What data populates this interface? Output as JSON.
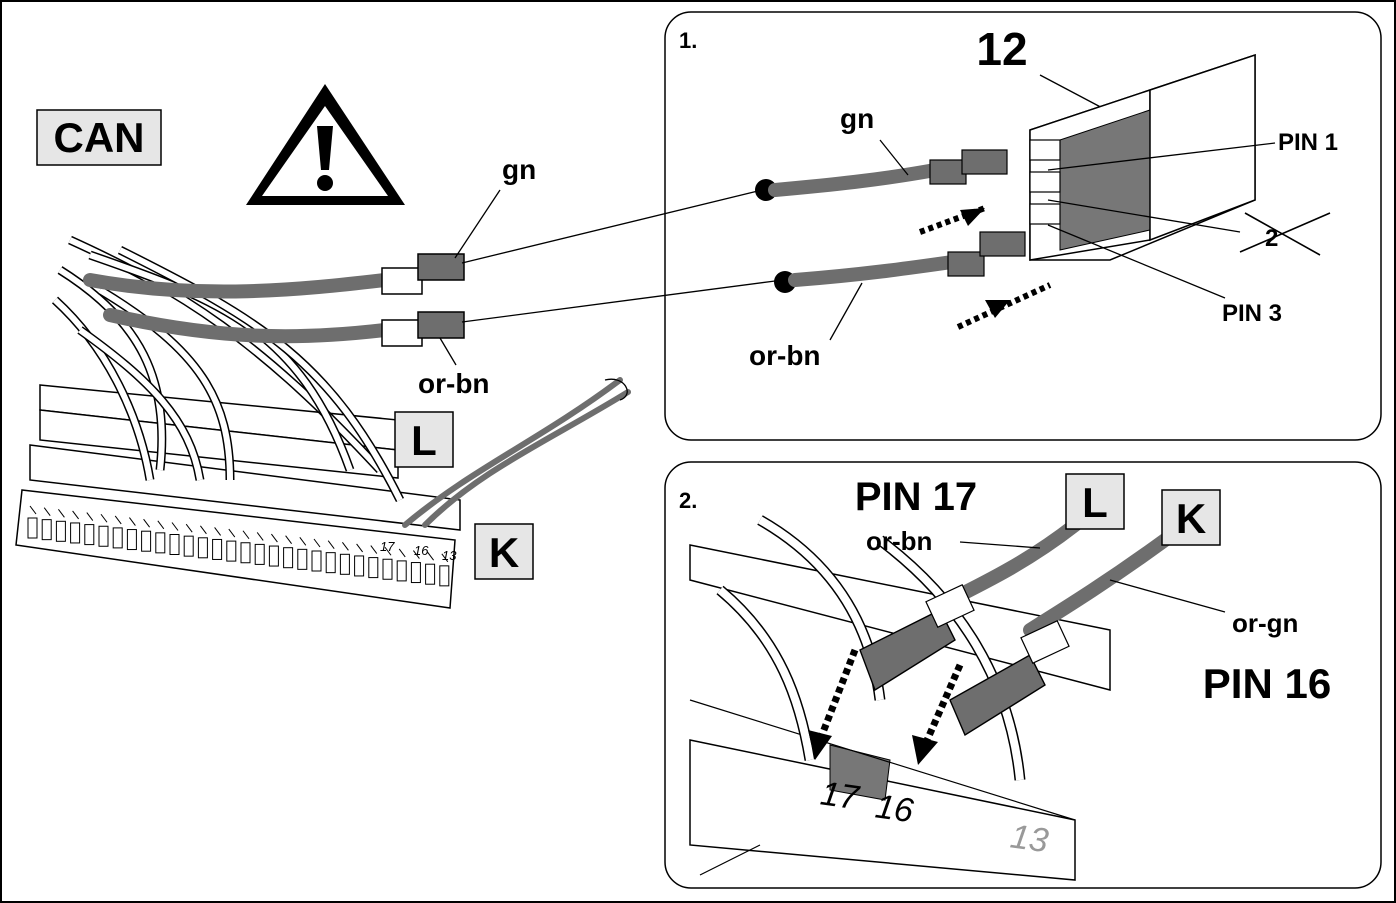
{
  "left": {
    "can_label": "CAN",
    "warning_icon": "warning-triangle-icon",
    "wire_labels": {
      "gn": "gn",
      "or_bn": "or-bn"
    },
    "connector_labels": {
      "L": "L",
      "K": "K"
    },
    "terminal_numbers": [
      "17",
      "16",
      "13"
    ]
  },
  "step1": {
    "number": "1.",
    "part_number": "12",
    "wire_labels": {
      "gn": "gn",
      "or_bn": "or-bn"
    },
    "pins": {
      "pin1": "PIN 1",
      "pin2": "2",
      "pin3": "PIN 3"
    }
  },
  "step2": {
    "number": "2.",
    "pin17": "PIN 17",
    "pin16": "PIN 16",
    "wire_labels": {
      "or_bn": "or-bn",
      "or_gn": "or-gn"
    },
    "connector_labels": {
      "L": "L",
      "K": "K"
    },
    "terminal_numbers": [
      "17",
      "16",
      "13"
    ]
  },
  "colors": {
    "wire": "#6e6e6e",
    "label_box": "#e6e6e6",
    "frame": "#000000"
  }
}
